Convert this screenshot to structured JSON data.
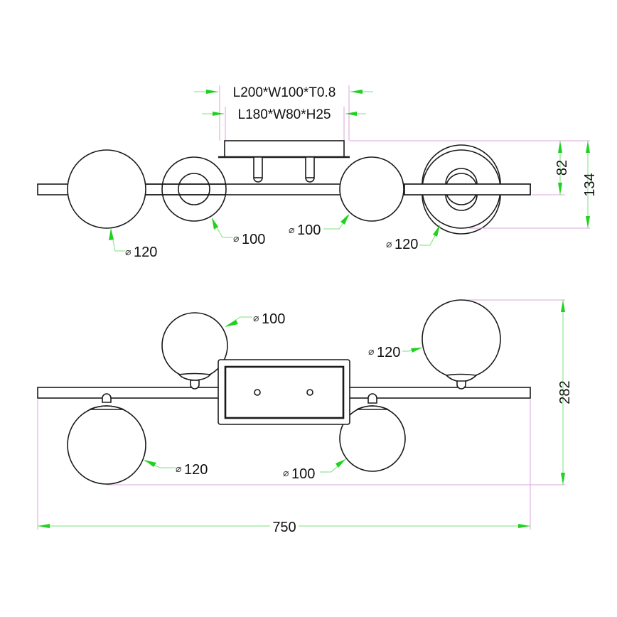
{
  "drawing": {
    "title": "Ceiling lamp dimension drawing",
    "colors": {
      "outline": "#1a1a1a",
      "dimension_line": "#7be07b",
      "dimension_arrow": "#1ed21e",
      "extension_line": "#d9a6d9",
      "background": "#ffffff"
    },
    "units": "mm"
  },
  "top_view": {
    "canopy_plate_label": "L200*W100*T0.8",
    "canopy_box_label": "L180*W80*H25",
    "height_small": "82",
    "height_total": "134",
    "globes": [
      {
        "label": "120",
        "diameter": 120,
        "position": "far-left"
      },
      {
        "label": "100",
        "diameter": 100,
        "position": "left-center",
        "ring": true
      },
      {
        "label": "100",
        "diameter": 100,
        "position": "right-center"
      },
      {
        "label": "120",
        "diameter": 120,
        "position": "far-right",
        "ring": true
      }
    ]
  },
  "front_view": {
    "width_total": "750",
    "height_total": "282",
    "globes": [
      {
        "label": "100",
        "diameter": 100,
        "position": "upper-left"
      },
      {
        "label": "120",
        "diameter": 120,
        "position": "upper-right"
      },
      {
        "label": "120",
        "diameter": 120,
        "position": "lower-left"
      },
      {
        "label": "100",
        "diameter": 100,
        "position": "lower-right"
      }
    ]
  },
  "symbols": {
    "diameter": "⌀"
  }
}
